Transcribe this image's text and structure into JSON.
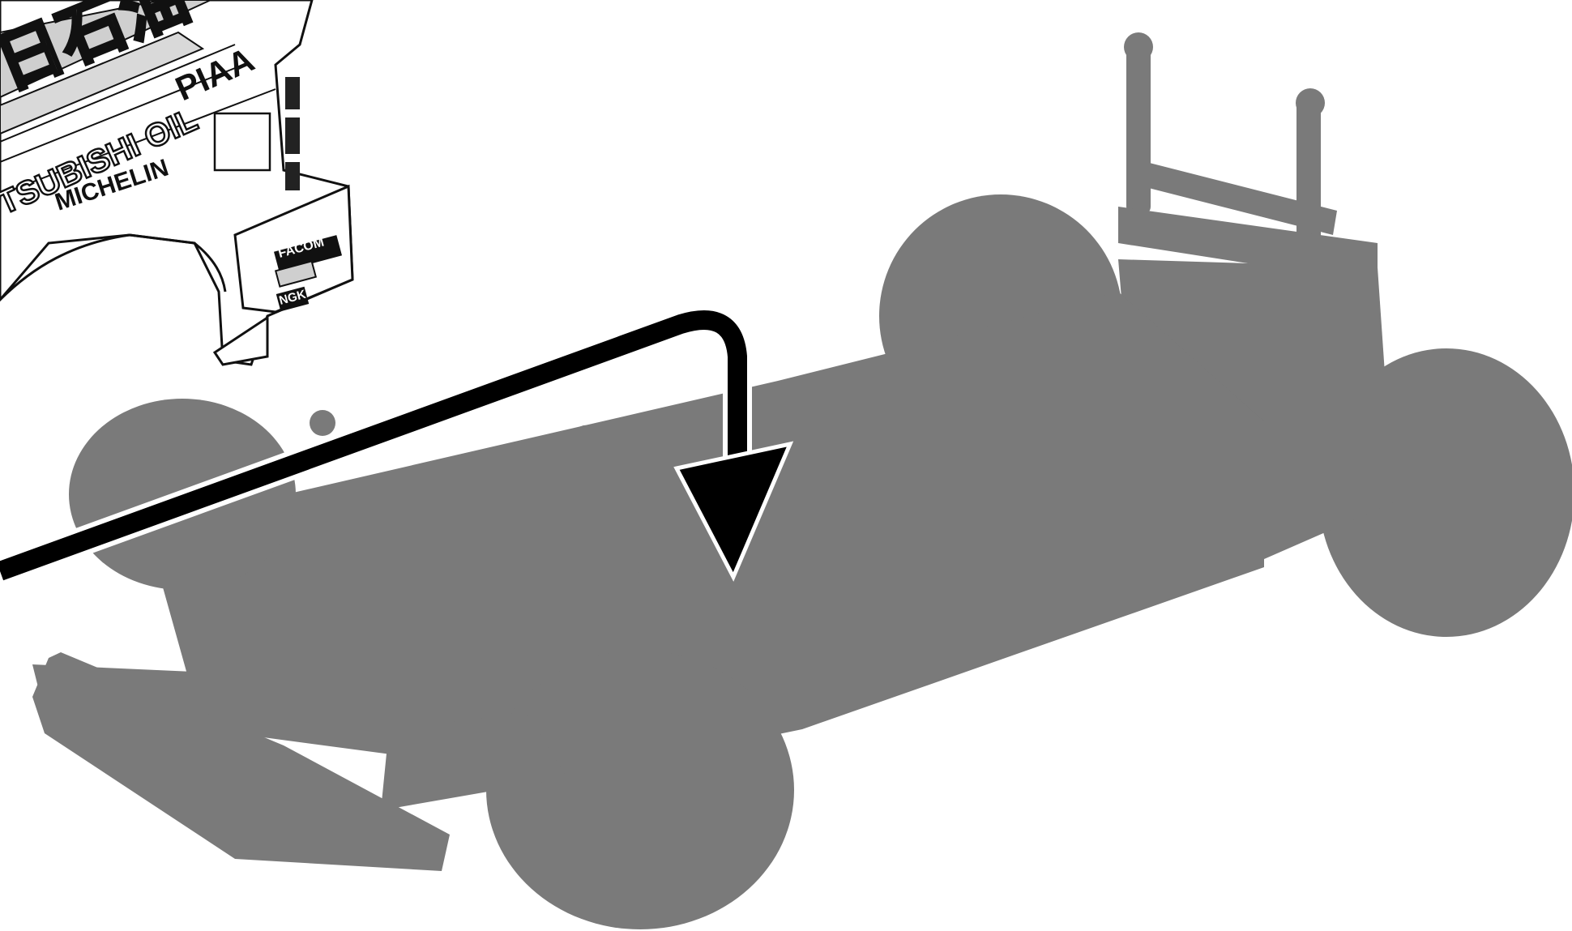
{
  "illustration": {
    "body_decals": {
      "cjk_sponsor": "日石油",
      "oil_sponsor": "TSUBISHI OIL",
      "lighting_sponsor": "PIAA",
      "tire_sponsor": "MICHELIN",
      "tool_sponsor": "FACOM",
      "plug_sponsor": "NGK"
    },
    "colors": {
      "chassis_silhouette": "#7a7a7a",
      "arrow": "#000000",
      "body_outline": "#111111",
      "background": "#ffffff"
    },
    "icons": {
      "chassis": "rc-car-chassis-silhouette",
      "arrow": "mounting-direction-arrow",
      "body": "rally-car-body-shell"
    }
  }
}
